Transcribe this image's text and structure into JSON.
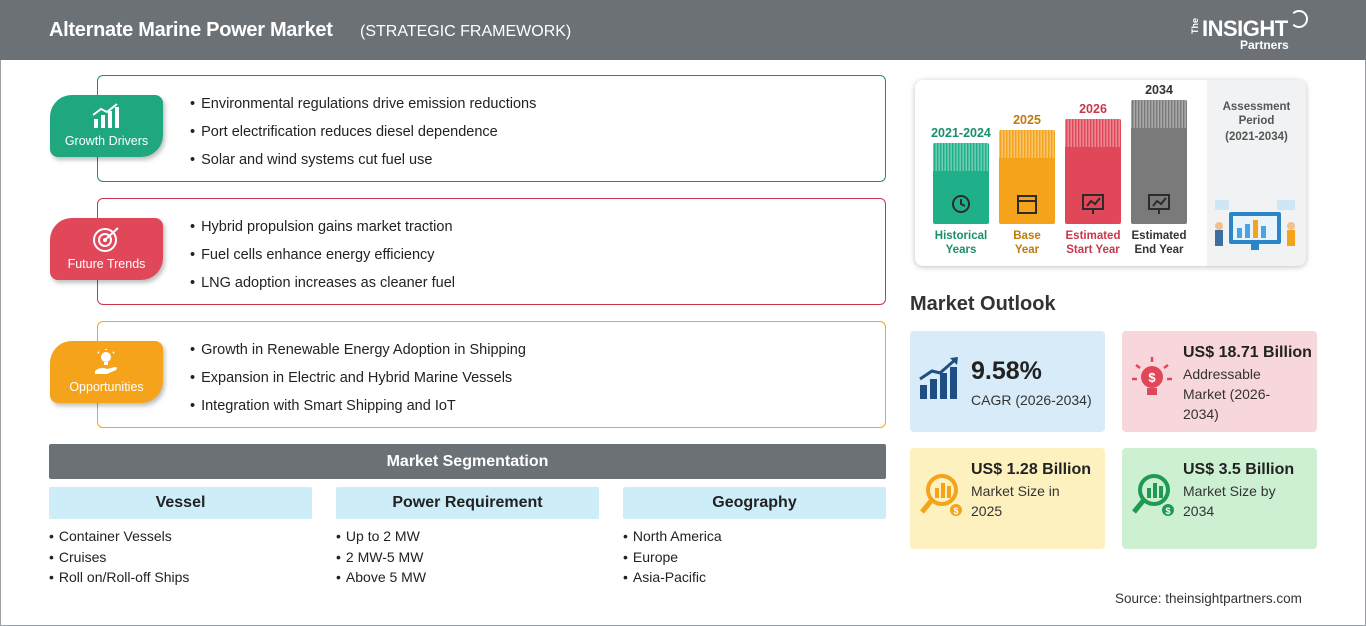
{
  "header": {
    "title": "Alternate Marine Power Market",
    "subtitle": "(STRATEGIC FRAMEWORK)",
    "logo": {
      "the": "The",
      "insight": "INSIGHT",
      "partners": "Partners"
    }
  },
  "drivers": {
    "label": "Growth Drivers",
    "items": [
      "Environmental regulations drive emission reductions",
      "Port electrification reduces diesel dependence",
      "Solar and wind systems cut fuel use"
    ]
  },
  "trends": {
    "label": "Future Trends",
    "items": [
      "Hybrid propulsion gains market traction",
      "Fuel cells enhance energy efficiency",
      "LNG adoption increases as cleaner fuel"
    ]
  },
  "opportunities": {
    "label": "Opportunities",
    "items": [
      "Growth in Renewable Energy Adoption in Shipping",
      "Expansion in Electric and Hybrid Marine Vessels",
      "Integration with Smart Shipping and IoT"
    ]
  },
  "segmentation": {
    "title": "Market Segmentation",
    "columns": [
      {
        "head": "Vessel",
        "items": [
          "Container Vessels",
          "Cruises",
          "Roll on/Roll-off Ships"
        ]
      },
      {
        "head": "Power Requirement",
        "items": [
          "Up to 2 MW",
          "2 MW-5 MW",
          "Above 5 MW"
        ]
      },
      {
        "head": "Geography",
        "items": [
          "North America",
          "Europe",
          "Asia-Pacific"
        ]
      }
    ]
  },
  "period": {
    "bars": [
      {
        "year": "2021-2024",
        "caption1": "Historical",
        "caption2": "Years",
        "color": "#1fb08a",
        "icon": "history-icon"
      },
      {
        "year": "2025",
        "caption1": "Base",
        "caption2": "Year",
        "color": "#f5a31b",
        "icon": "calendar-icon"
      },
      {
        "year": "2026",
        "caption1": "Estimated",
        "caption2": "Start Year",
        "color": "#e0485a",
        "icon": "chart-screen-icon"
      },
      {
        "year": "2034",
        "caption1": "Estimated",
        "caption2": "End Year",
        "color": "#7a7a7a",
        "icon": "presentation-icon"
      }
    ],
    "assessment": {
      "label": "Assessment Period",
      "range": "(2021-2034)"
    }
  },
  "outlook": {
    "title": "Market Outlook",
    "cagr": {
      "value": "9.58%",
      "desc": "CAGR (2026-2034)",
      "color": "#d7ecf8"
    },
    "addressable": {
      "value": "US$ 18.71 Billion",
      "desc": "Addressable Market (2026-2034)",
      "color": "#f7d7db"
    },
    "size2025": {
      "value": "US$ 1.28 Billion",
      "desc": "Market Size in 2025",
      "color": "#fdf1c0"
    },
    "size2034": {
      "value": "US$ 3.5 Billion",
      "desc": "Market Size by 2034",
      "color": "#cdf0d3"
    }
  },
  "source": "Source: theinsightpartners.com"
}
